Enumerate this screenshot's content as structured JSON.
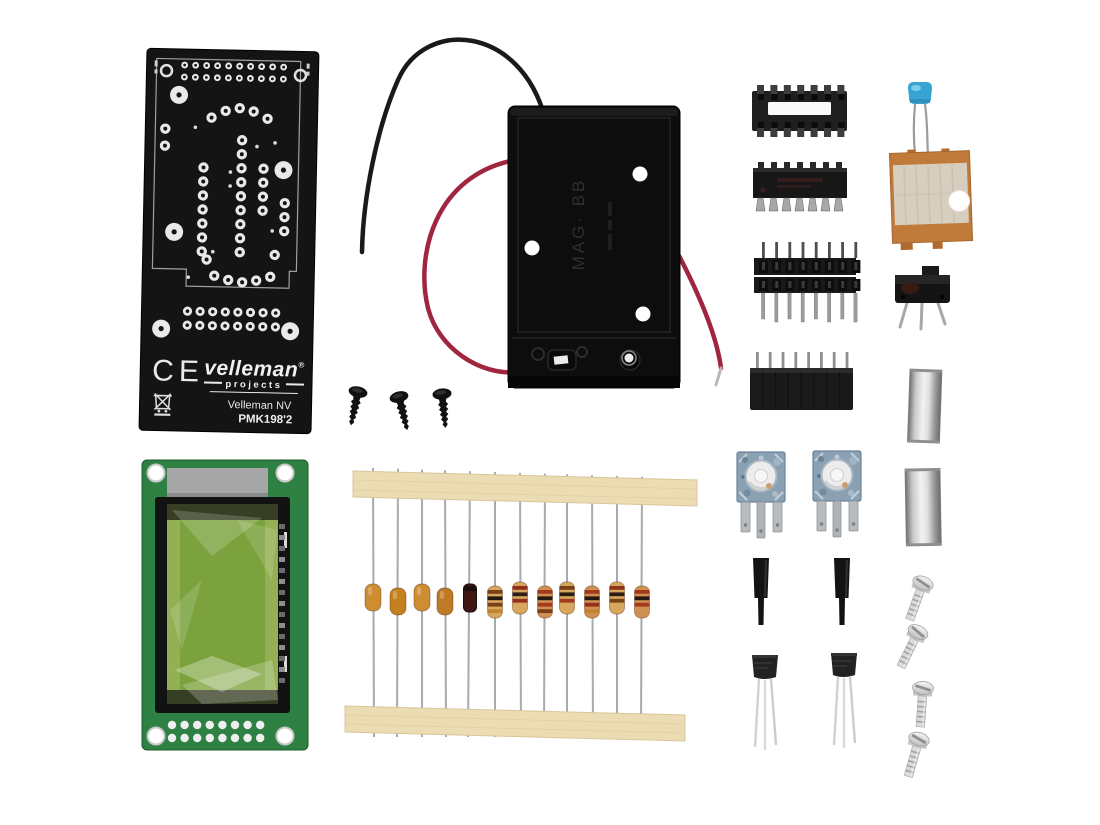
{
  "scene": {
    "description": "Electronic kit parts laid out on a white background",
    "background": "#ffffff",
    "items": [
      "printed circuit board",
      "black mounting screws",
      "battery holder with red and black wires",
      "14-pin IC socket",
      "14-pin IC",
      "double male pin header",
      "female pin header",
      "blue ceramic capacitor",
      "copper plate with hole",
      "slide switch",
      "metal spacers",
      "trimmer potentiometers",
      "potentiometer shafts",
      "TO-92 transistors",
      "machine screws",
      "LCD display module",
      "taped strip with resistors, capacitors and a diode"
    ]
  },
  "pcb": {
    "brand": "velleman",
    "brand_reg": "®",
    "brand_sub": "projects",
    "maker_line1": "Velleman NV",
    "maker_line2": "PMK198'2",
    "ce_mark": "CE",
    "board_color": "#141414",
    "pad_color": "#e9e9e9"
  },
  "battery_holder": {
    "marking": "MAG· BB",
    "body_color": "#0d0d0d",
    "wire_red": "#a02640",
    "wire_black": "#1a1a1a"
  },
  "ic_socket": {
    "pins": 14
  },
  "ic_chip": {
    "pins": 14
  },
  "male_headers": {
    "rows": 2,
    "pins_per_row": 8
  },
  "female_header": {
    "pins": 8
  },
  "capacitor_blue": {
    "color": "#36a3d2"
  },
  "copper_plate": {
    "copper_color": "#c07a3a",
    "tape_color": "#d7cec0"
  },
  "slide_switch": {
    "pins": 3
  },
  "spacers": {
    "count": 2
  },
  "trimmers": {
    "count": 2,
    "body_color": "#8aa1b4"
  },
  "shafts": {
    "count": 2
  },
  "transistors": {
    "count": 2,
    "package": "TO-92"
  },
  "machine_screws": {
    "count": 4
  },
  "black_screws": {
    "count": 3
  },
  "lcd_module": {
    "pcb_color": "#2f8043",
    "bezel_color": "#121212",
    "glass_color": "#93b054",
    "display_color": "#7ba23c",
    "pad_rows": 2,
    "pad_cols": 8,
    "zebra_segments": 15
  },
  "resistor_strip": {
    "tape_color": "#ecdcb4",
    "lead_color": "#a6abb0",
    "components": [
      {
        "kind": "capacitor",
        "body": "#cf8d33"
      },
      {
        "kind": "capacitor",
        "body": "#c5801f"
      },
      {
        "kind": "capacitor",
        "body": "#cf8d33"
      },
      {
        "kind": "capacitor",
        "body": "#c07a25"
      },
      {
        "kind": "diode",
        "body": "#401713",
        "band": "#1a0d0b"
      },
      {
        "kind": "resistor",
        "body": "#d8a75e",
        "bands": [
          "#7a4018",
          "#241811",
          "#7a4018",
          "#c28432"
        ]
      },
      {
        "kind": "resistor",
        "body": "#d8a75e",
        "bands": [
          "#93301c",
          "#2c1c14",
          "#93301c"
        ]
      },
      {
        "kind": "resistor",
        "body": "#d09052",
        "bands": [
          "#a33a1e",
          "#241811",
          "#a33a1e",
          "#7a4018"
        ]
      },
      {
        "kind": "resistor",
        "body": "#d8a75e",
        "bands": [
          "#7a4018",
          "#2c1c14",
          "#a33a1e"
        ]
      },
      {
        "kind": "resistor",
        "body": "#d09052",
        "bands": [
          "#a33a1e",
          "#241811",
          "#93301c",
          "#c28432"
        ]
      },
      {
        "kind": "resistor",
        "body": "#d8a75e",
        "bands": [
          "#93301c",
          "#2c1c14",
          "#7a4018"
        ]
      },
      {
        "kind": "resistor",
        "body": "#d09052",
        "bands": [
          "#a33a1e",
          "#241811",
          "#a33a1e"
        ]
      }
    ]
  }
}
